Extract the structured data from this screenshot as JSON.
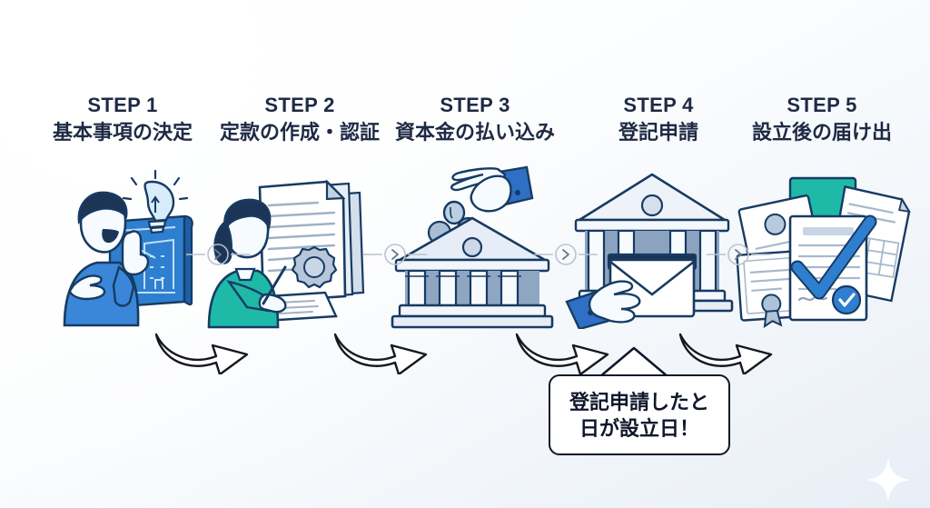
{
  "theme": {
    "ink": "#1e2a44",
    "bubble_ink": "#10172b",
    "accent_blue": "#2b7fd4",
    "deep_blue": "#1b4f8a",
    "teal": "#17b3a3",
    "pale_blue": "#cfdced",
    "line_gray": "#b9c3cf",
    "bg_from": "#ffffff",
    "bg_to": "#e8eef6"
  },
  "steps": [
    {
      "kicker": "STEP 1",
      "title": "基本事項の決定",
      "illustration": "person-idea-blueprint-illustration"
    },
    {
      "kicker": "STEP 2",
      "title": "定款の作成・認証",
      "illustration": "person-writing-sealed-document-illustration"
    },
    {
      "kicker": "STEP 3",
      "title": "資本金の払い込み",
      "illustration": "hand-depositing-coin-bank-illustration"
    },
    {
      "kicker": "STEP 4",
      "title": "登記申請",
      "illustration": "hand-submitting-envelope-government-building-illustration"
    },
    {
      "kicker": "STEP 5",
      "title": "設立後の届け出",
      "illustration": "documents-stack-checkmark-illustration"
    }
  ],
  "connectors": [
    {
      "icon": "chevron-right-icon"
    },
    {
      "icon": "chevron-right-icon"
    },
    {
      "icon": "chevron-right-icon"
    },
    {
      "icon": "chevron-right-icon"
    }
  ],
  "flow_arrows": [
    {
      "icon": "curved-arrow-icon"
    },
    {
      "icon": "curved-arrow-icon"
    },
    {
      "icon": "curved-arrow-icon"
    },
    {
      "icon": "curved-arrow-icon"
    }
  ],
  "callout": {
    "line1": "登記申請したと",
    "line2": "日が設立日！",
    "tail": "speech-bubble-tail"
  },
  "decor": {
    "sparkle": "sparkle-icon"
  }
}
